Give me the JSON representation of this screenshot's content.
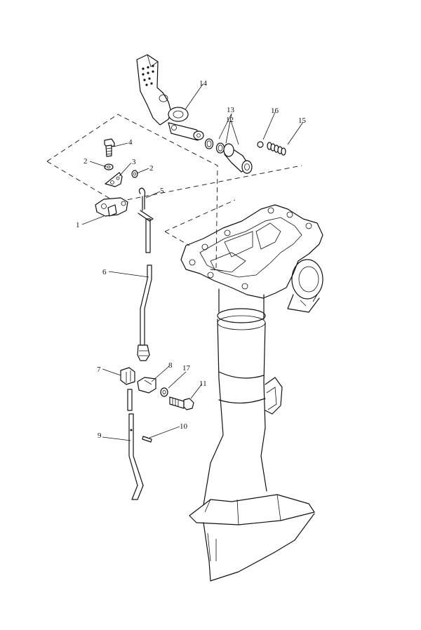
{
  "diagram": {
    "type": "exploded-parts-view",
    "callouts": [
      {
        "id": "c1",
        "label": "1"
      },
      {
        "id": "c2a",
        "label": "2"
      },
      {
        "id": "c2b",
        "label": "2"
      },
      {
        "id": "c3",
        "label": "3"
      },
      {
        "id": "c4",
        "label": "4"
      },
      {
        "id": "c5",
        "label": "5"
      },
      {
        "id": "c6",
        "label": "6"
      },
      {
        "id": "c7",
        "label": "7"
      },
      {
        "id": "c8",
        "label": "8"
      },
      {
        "id": "c9",
        "label": "9"
      },
      {
        "id": "c10",
        "label": "10"
      },
      {
        "id": "c11",
        "label": "11"
      },
      {
        "id": "c12",
        "label": "12"
      },
      {
        "id": "c13",
        "label": "13"
      },
      {
        "id": "c14",
        "label": "14"
      },
      {
        "id": "c15",
        "label": "15"
      },
      {
        "id": "c16",
        "label": "16"
      },
      {
        "id": "c17",
        "label": "17"
      }
    ]
  }
}
